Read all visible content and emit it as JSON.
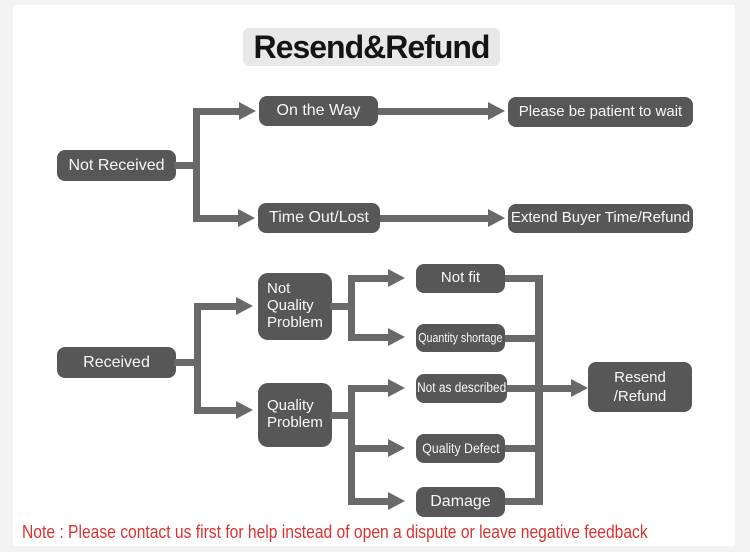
{
  "title": "Resend&Refund",
  "nodes": {
    "not_received": "Not Received",
    "on_the_way": "On the Way",
    "please_wait": "Please be patient to wait",
    "time_out_lost": "Time Out/Lost",
    "extend_refund": "Extend Buyer Time/Refund",
    "received": "Received",
    "not_quality_problem": "Not Quality Problem",
    "quality_problem": "Quality Problem",
    "not_fit": "Not fit",
    "quantity_shortage": "Quantity shortage",
    "not_as_described": "Not as described",
    "quality_defect": "Quality Defect",
    "damage": "Damage",
    "resend_refund": "Resend /Refund"
  },
  "edges": [
    {
      "from": "not_received",
      "to": "on_the_way"
    },
    {
      "from": "not_received",
      "to": "time_out_lost"
    },
    {
      "from": "on_the_way",
      "to": "please_wait"
    },
    {
      "from": "time_out_lost",
      "to": "extend_refund"
    },
    {
      "from": "received",
      "to": "not_quality_problem"
    },
    {
      "from": "received",
      "to": "quality_problem"
    },
    {
      "from": "not_quality_problem",
      "to": "not_fit"
    },
    {
      "from": "not_quality_problem",
      "to": "quantity_shortage"
    },
    {
      "from": "quality_problem",
      "to": "not_as_described"
    },
    {
      "from": "quality_problem",
      "to": "quality_defect"
    },
    {
      "from": "quality_problem",
      "to": "damage"
    },
    {
      "from": "not_fit",
      "to": "resend_refund"
    },
    {
      "from": "quantity_shortage",
      "to": "resend_refund"
    },
    {
      "from": "not_as_described",
      "to": "resend_refund"
    },
    {
      "from": "quality_defect",
      "to": "resend_refund"
    },
    {
      "from": "damage",
      "to": "resend_refund"
    }
  ],
  "note": "Note : Please contact us first for help instead of open a dispute or leave negative feedback",
  "colors": {
    "node_bg": "#575757",
    "connector": "#696969",
    "title_bg": "#e8e8e8",
    "note_red": "#d93232",
    "page_bg": "#f3f3f3",
    "card_bg": "#ffffff"
  }
}
